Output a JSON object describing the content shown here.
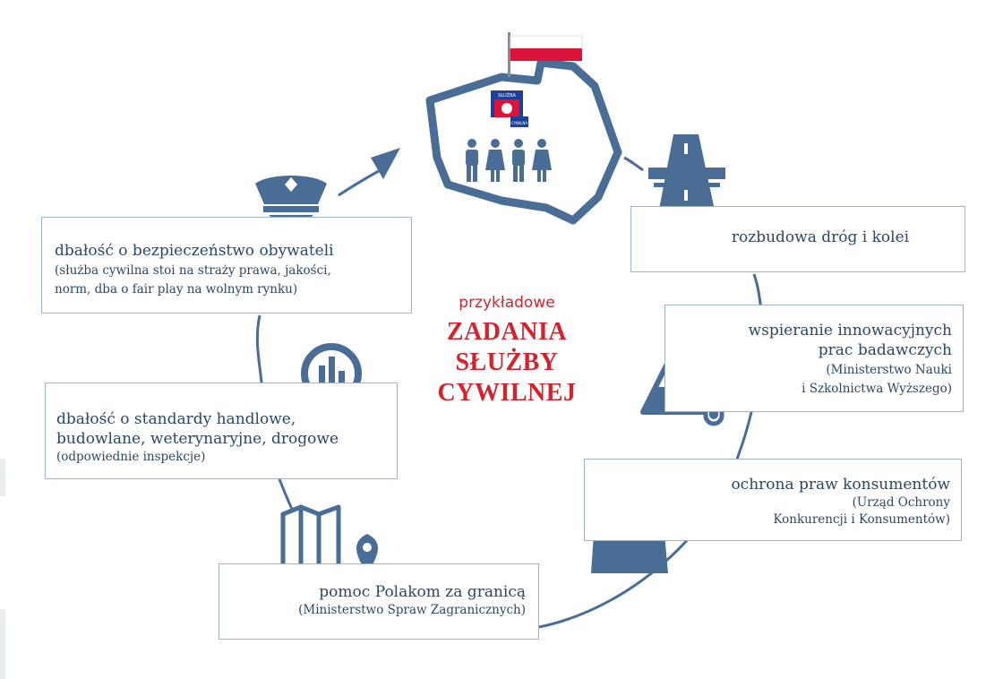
{
  "center": {
    "kicker": "przykładowe",
    "title_lines": [
      "ZADANIA",
      "SŁUŻBY",
      "CYWILNEJ"
    ]
  },
  "emblem": {
    "top_text": "SŁUŻBA",
    "bottom_text": "CYWILNA"
  },
  "boxes": {
    "safety": {
      "main": "dbałość o bezpieczeństwo obywateli",
      "sub": [
        "(służba cywilna stoi na straży prawa, jakości,",
        "norm, dba o fair play na wolnym rynku)"
      ]
    },
    "standards": {
      "main": [
        "dbałość o standardy handlowe,",
        "budowlane, weterynaryjne, drogowe"
      ],
      "sub": "(odpowiednie inspekcje)"
    },
    "roads": {
      "main": "rozbudowa dróg i kolei"
    },
    "innovation": {
      "main": [
        "wspieranie innowacyjnych",
        "prac badawczych"
      ],
      "sub": [
        "(Ministerstwo Nauki",
        "i Szkolnictwa Wyższego)"
      ]
    },
    "consumer": {
      "main": "ochrona praw konsumentów",
      "sub": [
        "(Urząd Ochrony",
        "Konkurencji i Konsumentów)"
      ]
    },
    "abroad": {
      "main": "pomoc Polakom za granicą",
      "sub": "(Ministerstwo Spraw Zagranicznych)"
    }
  },
  "icons": [
    "police-cap-icon",
    "magnifier-chart-icon",
    "map-pin-icon",
    "road-bridge-icon",
    "lab-flask-icon",
    "shopping-bag-icon",
    "poland-map-icon",
    "polish-flag-icon",
    "people-icon"
  ],
  "colors": {
    "accent": "#4a6d96",
    "text": "#2c4766",
    "border": "#9fb3c8",
    "title": "#d3242d",
    "flag_red": "#dc143c"
  }
}
